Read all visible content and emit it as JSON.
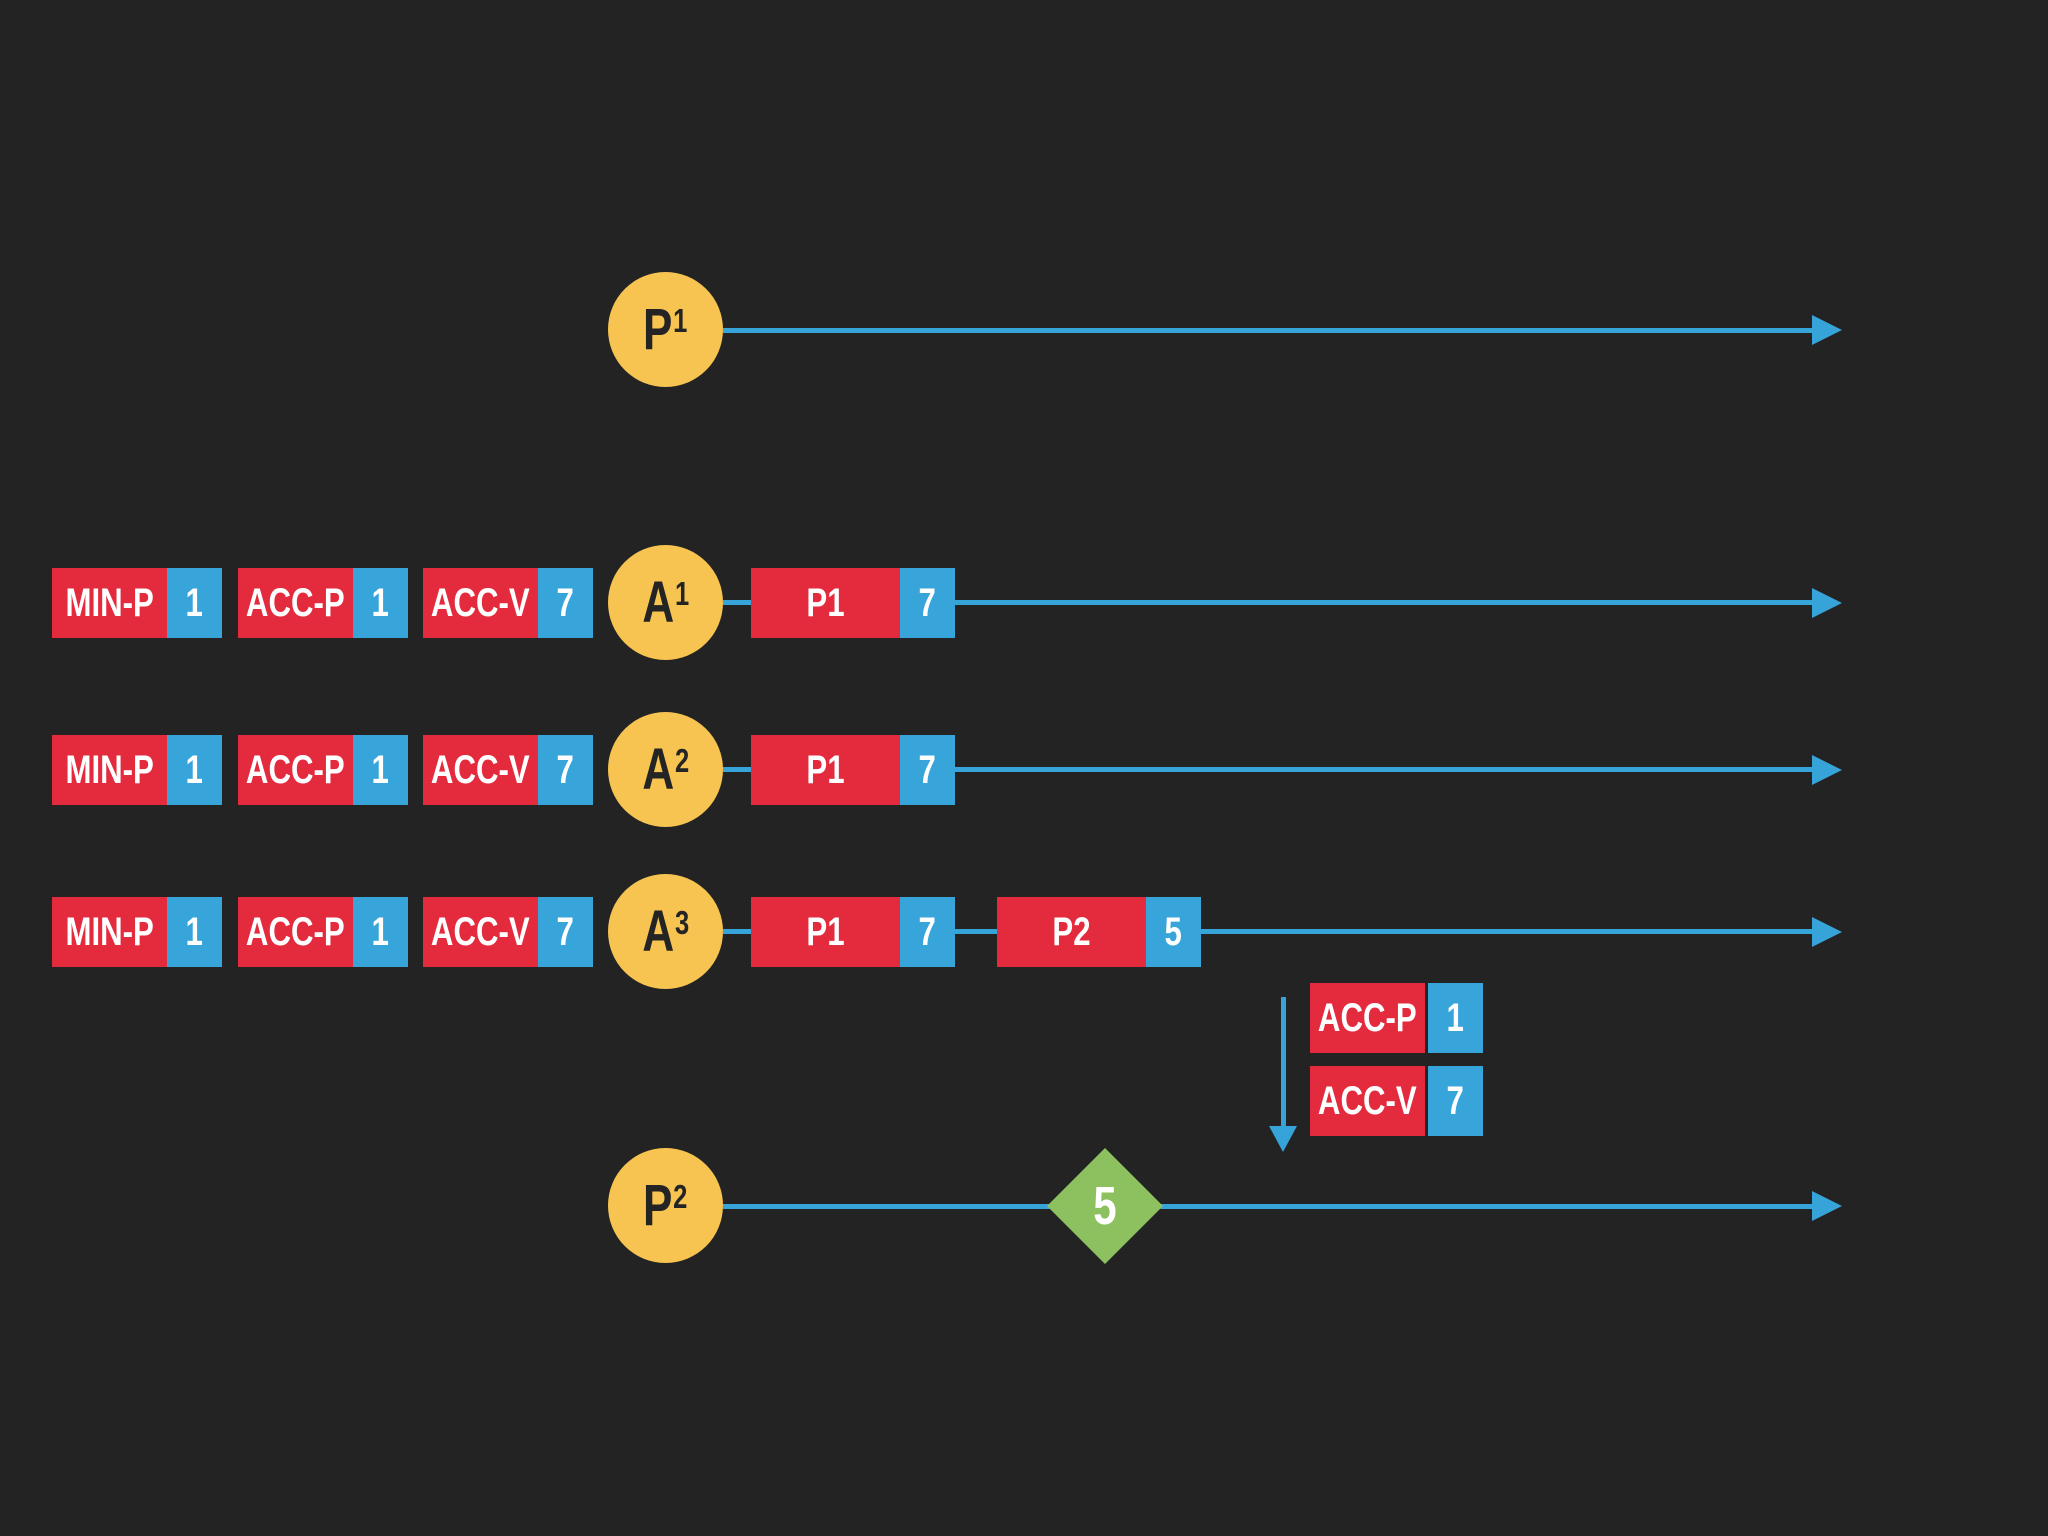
{
  "palette": {
    "background": "#232323",
    "red": "#e42b3e",
    "blue": "#38a5da",
    "yellow": "#f7c451",
    "green": "#8dc05e",
    "dark_text": "#242424",
    "light_text": "#ffffff"
  },
  "timelines": [
    {
      "id": "p1",
      "node": {
        "base": "P",
        "sup": "1"
      }
    },
    {
      "id": "a1",
      "node": {
        "base": "A",
        "sup": "1"
      },
      "left_badges": [
        {
          "label": "MIN-P",
          "value": "1"
        },
        {
          "label": "ACC-P",
          "value": "1"
        },
        {
          "label": "ACC-V",
          "value": "7"
        }
      ],
      "events": [
        {
          "label": "P1",
          "value": "7"
        }
      ]
    },
    {
      "id": "a2",
      "node": {
        "base": "A",
        "sup": "2"
      },
      "left_badges": [
        {
          "label": "MIN-P",
          "value": "1"
        },
        {
          "label": "ACC-P",
          "value": "1"
        },
        {
          "label": "ACC-V",
          "value": "7"
        }
      ],
      "events": [
        {
          "label": "P1",
          "value": "7"
        }
      ]
    },
    {
      "id": "a3",
      "node": {
        "base": "A",
        "sup": "3"
      },
      "left_badges": [
        {
          "label": "MIN-P",
          "value": "1"
        },
        {
          "label": "ACC-P",
          "value": "1"
        },
        {
          "label": "ACC-V",
          "value": "7"
        }
      ],
      "events": [
        {
          "label": "P1",
          "value": "7"
        },
        {
          "label": "P2",
          "value": "5"
        }
      ]
    },
    {
      "id": "p2",
      "node": {
        "base": "P",
        "sup": "2"
      },
      "milestone": {
        "value": "5"
      }
    }
  ],
  "callout": {
    "badges": [
      {
        "label": "ACC-P",
        "value": "1"
      },
      {
        "label": "ACC-V",
        "value": "7"
      }
    ]
  }
}
